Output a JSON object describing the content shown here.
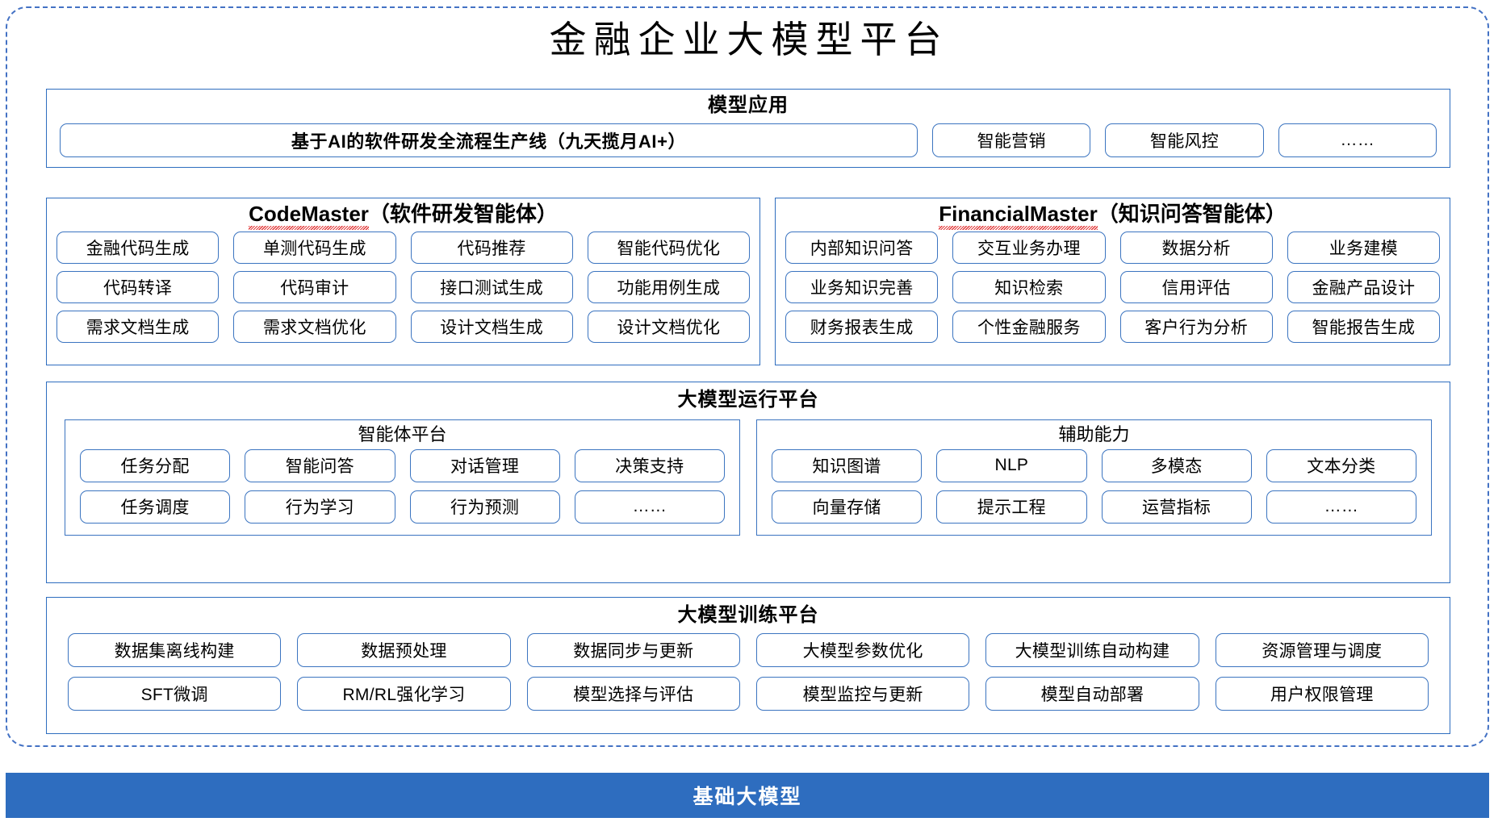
{
  "page": {
    "title": "金融企业大模型平台",
    "accent_blue": "#2E6DBF",
    "frame_blue": "#4472C4",
    "pill_border": "#3B74C0"
  },
  "model_application": {
    "title": "模型应用",
    "items": [
      "基于AI的软件研发全流程生产线（九天揽月AI+）",
      "智能营销",
      "智能风控",
      "……"
    ]
  },
  "agents": {
    "code_master": {
      "name": "CodeMaster",
      "suffix": "（软件研发智能体）",
      "rows": [
        [
          "金融代码生成",
          "单测代码生成",
          "代码推荐",
          "智能代码优化"
        ],
        [
          "代码转译",
          "代码审计",
          "接口测试生成",
          "功能用例生成"
        ],
        [
          "需求文档生成",
          "需求文档优化",
          "设计文档生成",
          "设计文档优化"
        ]
      ]
    },
    "financial_master": {
      "name": "FinancialMaster",
      "suffix": "（知识问答智能体）",
      "rows": [
        [
          "内部知识问答",
          "交互业务办理",
          "数据分析",
          "业务建模"
        ],
        [
          "业务知识完善",
          "知识检索",
          "信用评估",
          "金融产品设计"
        ],
        [
          "财务报表生成",
          "个性金融服务",
          "客户行为分析",
          "智能报告生成"
        ]
      ]
    }
  },
  "runtime_platform": {
    "title": "大模型运行平台",
    "agent_platform": {
      "title": "智能体平台",
      "rows": [
        [
          "任务分配",
          "智能问答",
          "对话管理",
          "决策支持"
        ],
        [
          "任务调度",
          "行为学习",
          "行为预测",
          "……"
        ]
      ]
    },
    "auxiliary_capability": {
      "title": "辅助能力",
      "rows": [
        [
          "知识图谱",
          "NLP",
          "多模态",
          "文本分类"
        ],
        [
          "向量存储",
          "提示工程",
          "运营指标",
          "……"
        ]
      ]
    }
  },
  "training_platform": {
    "title": "大模型训练平台",
    "rows": [
      [
        "数据集离线构建",
        "数据预处理",
        "数据同步与更新",
        "大模型参数优化",
        "大模型训练自动构建",
        "资源管理与调度"
      ],
      [
        "SFT微调",
        "RM/RL强化学习",
        "模型选择与评估",
        "模型监控与更新",
        "模型自动部署",
        "用户权限管理"
      ]
    ]
  },
  "base_model": {
    "label": "基础大模型"
  }
}
